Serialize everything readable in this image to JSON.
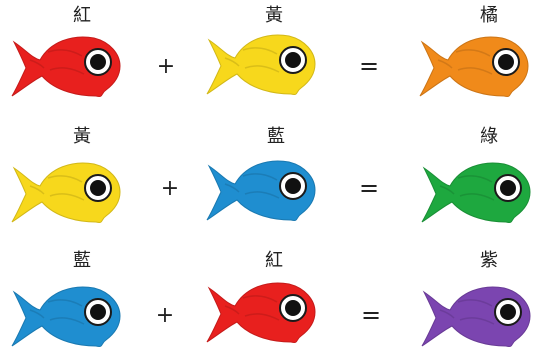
{
  "rows": [
    {
      "left": {
        "label": "紅",
        "color": "#e8201e",
        "name": "red"
      },
      "op1": "+",
      "middle": {
        "label": "黃",
        "color": "#f7d81c",
        "name": "yellow"
      },
      "op2": "=",
      "result": {
        "label": "橘",
        "color": "#f08a1a",
        "name": "orange"
      }
    },
    {
      "left": {
        "label": "黃",
        "color": "#f7d81c",
        "name": "yellow"
      },
      "op1": "+",
      "middle": {
        "label": "藍",
        "color": "#1f8ed0",
        "name": "blue"
      },
      "op2": "=",
      "result": {
        "label": "綠",
        "color": "#1ea83f",
        "name": "green"
      }
    },
    {
      "left": {
        "label": "藍",
        "color": "#1f8ed0",
        "name": "blue"
      },
      "op1": "+",
      "middle": {
        "label": "紅",
        "color": "#e8201e",
        "name": "red"
      },
      "op2": "=",
      "result": {
        "label": "紫",
        "color": "#7b45b0",
        "name": "purple"
      }
    }
  ]
}
